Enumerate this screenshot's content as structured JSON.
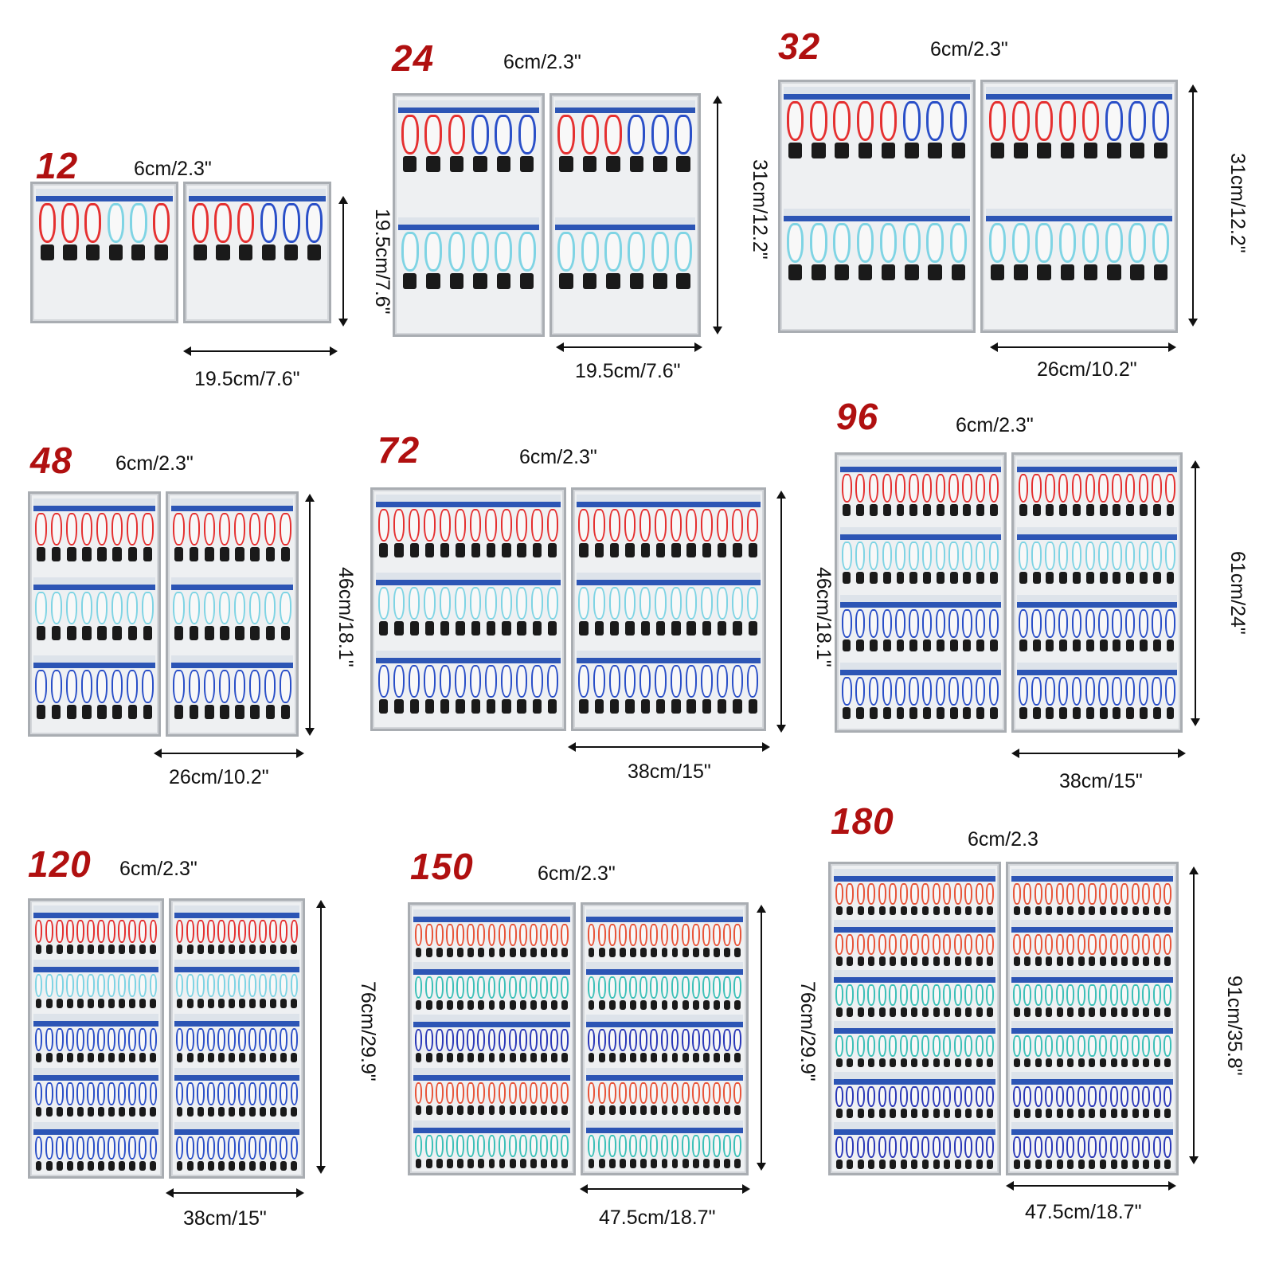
{
  "variants": [
    {
      "count": "12",
      "depth": "6cm/2.3\"",
      "width": "19.5cm/7.6\"",
      "height": "19.5cm/7.6\"",
      "rows": [
        [
          "red",
          "red",
          "red",
          "cyan",
          "cyan",
          "red"
        ]
      ],
      "rows_right": [
        [
          "red",
          "red",
          "red",
          "blue",
          "blue",
          "blue"
        ]
      ]
    },
    {
      "count": "24",
      "depth": "6cm/2.3\"",
      "width": "19.5cm/7.6\"",
      "height": "31cm/12.2\"",
      "rows": [
        [
          "red",
          "red",
          "red",
          "blue",
          "blue",
          "blue"
        ],
        [
          "cyan",
          "cyan",
          "cyan",
          "cyan",
          "cyan",
          "cyan"
        ]
      ]
    },
    {
      "count": "32",
      "depth": "6cm/2.3\"",
      "width": "26cm/10.2\"",
      "height": "31cm/12.2\"",
      "rows": [
        [
          "red",
          "red",
          "red",
          "red",
          "red",
          "blue",
          "blue",
          "blue"
        ],
        [
          "cyan",
          "cyan",
          "cyan",
          "cyan",
          "cyan",
          "cyan",
          "cyan",
          "cyan"
        ]
      ]
    },
    {
      "count": "48",
      "depth": "6cm/2.3\"",
      "width": "26cm/10.2\"",
      "height": "46cm/18.1\"",
      "rows": [
        [
          "red",
          "red",
          "red",
          "red",
          "red",
          "red",
          "red",
          "red"
        ],
        [
          "cyan",
          "cyan",
          "cyan",
          "cyan",
          "cyan",
          "cyan",
          "cyan",
          "cyan"
        ],
        [
          "blue",
          "blue",
          "blue",
          "blue",
          "blue",
          "blue",
          "blue",
          "blue"
        ]
      ]
    },
    {
      "count": "72",
      "depth": "6cm/2.3\"",
      "width": "38cm/15\"",
      "height": "46cm/18.1\"",
      "rows": [
        [
          "red",
          "red",
          "red",
          "red",
          "red",
          "red",
          "red",
          "red",
          "red",
          "red",
          "red",
          "red"
        ],
        [
          "cyan",
          "cyan",
          "cyan",
          "cyan",
          "cyan",
          "cyan",
          "cyan",
          "cyan",
          "cyan",
          "cyan",
          "cyan",
          "cyan"
        ],
        [
          "blue",
          "blue",
          "blue",
          "blue",
          "blue",
          "blue",
          "blue",
          "blue",
          "blue",
          "blue",
          "blue",
          "blue"
        ]
      ]
    },
    {
      "count": "96",
      "depth": "6cm/2.3\"",
      "width": "38cm/15\"",
      "height": "61cm/24\"",
      "rows": [
        [
          "red",
          "red",
          "red",
          "red",
          "red",
          "red",
          "red",
          "red",
          "red",
          "red",
          "red",
          "red"
        ],
        [
          "cyan",
          "cyan",
          "cyan",
          "cyan",
          "cyan",
          "cyan",
          "cyan",
          "cyan",
          "cyan",
          "cyan",
          "cyan",
          "cyan"
        ],
        [
          "blue",
          "blue",
          "blue",
          "blue",
          "blue",
          "blue",
          "blue",
          "blue",
          "blue",
          "blue",
          "blue",
          "blue"
        ],
        [
          "blue",
          "blue",
          "blue",
          "blue",
          "blue",
          "blue",
          "blue",
          "blue",
          "blue",
          "blue",
          "blue",
          "blue"
        ]
      ]
    },
    {
      "count": "120",
      "depth": "6cm/2.3\"",
      "width": "38cm/15\"",
      "height": "76cm/29.9\"",
      "rows": [
        [
          "red",
          "red",
          "red",
          "red",
          "red",
          "red",
          "red",
          "red",
          "red",
          "red",
          "red",
          "red"
        ],
        [
          "cyan",
          "cyan",
          "cyan",
          "cyan",
          "cyan",
          "cyan",
          "cyan",
          "cyan",
          "cyan",
          "cyan",
          "cyan",
          "cyan"
        ],
        [
          "blue",
          "blue",
          "blue",
          "blue",
          "blue",
          "blue",
          "blue",
          "blue",
          "blue",
          "blue",
          "blue",
          "blue"
        ],
        [
          "blue",
          "blue",
          "blue",
          "blue",
          "blue",
          "blue",
          "blue",
          "blue",
          "blue",
          "blue",
          "blue",
          "blue"
        ],
        [
          "blue",
          "blue",
          "blue",
          "blue",
          "blue",
          "blue",
          "blue",
          "blue",
          "blue",
          "blue",
          "blue",
          "blue"
        ]
      ]
    },
    {
      "count": "150",
      "depth": "6cm/2.3\"",
      "width": "47.5cm/18.7\"",
      "height": "76cm/29.9\"",
      "rows": [
        [
          "orange",
          "orange",
          "orange",
          "orange",
          "orange",
          "orange",
          "orange",
          "orange",
          "orange",
          "orange",
          "orange",
          "orange",
          "orange",
          "orange",
          "orange"
        ],
        [
          "teal",
          "teal",
          "teal",
          "teal",
          "teal",
          "teal",
          "teal",
          "teal",
          "teal",
          "teal",
          "teal",
          "teal",
          "teal",
          "teal",
          "teal"
        ],
        [
          "navy",
          "navy",
          "navy",
          "navy",
          "navy",
          "navy",
          "navy",
          "navy",
          "navy",
          "navy",
          "navy",
          "navy",
          "navy",
          "navy",
          "navy"
        ],
        [
          "orange",
          "orange",
          "orange",
          "orange",
          "orange",
          "orange",
          "orange",
          "orange",
          "orange",
          "orange",
          "orange",
          "orange",
          "orange",
          "orange",
          "orange"
        ],
        [
          "teal",
          "teal",
          "teal",
          "teal",
          "teal",
          "teal",
          "teal",
          "teal",
          "teal",
          "teal",
          "teal",
          "teal",
          "teal",
          "teal",
          "teal"
        ]
      ]
    },
    {
      "count": "180",
      "depth": "6cm/2.3",
      "width": "47.5cm/18.7\"",
      "height": "91cm/35.8\"",
      "rows": [
        [
          "orange",
          "orange",
          "orange",
          "orange",
          "orange",
          "orange",
          "orange",
          "orange",
          "orange",
          "orange",
          "orange",
          "orange",
          "orange",
          "orange",
          "orange"
        ],
        [
          "orange",
          "orange",
          "orange",
          "orange",
          "orange",
          "orange",
          "orange",
          "orange",
          "orange",
          "orange",
          "orange",
          "orange",
          "orange",
          "orange",
          "orange"
        ],
        [
          "teal",
          "teal",
          "teal",
          "teal",
          "teal",
          "teal",
          "teal",
          "teal",
          "teal",
          "teal",
          "teal",
          "teal",
          "teal",
          "teal",
          "teal"
        ],
        [
          "teal",
          "teal",
          "teal",
          "teal",
          "teal",
          "teal",
          "teal",
          "teal",
          "teal",
          "teal",
          "teal",
          "teal",
          "teal",
          "teal",
          "teal"
        ],
        [
          "navy",
          "navy",
          "navy",
          "navy",
          "navy",
          "navy",
          "navy",
          "navy",
          "navy",
          "navy",
          "navy",
          "navy",
          "navy",
          "navy",
          "navy"
        ],
        [
          "navy",
          "navy",
          "navy",
          "navy",
          "navy",
          "navy",
          "navy",
          "navy",
          "navy",
          "navy",
          "navy",
          "navy",
          "navy",
          "navy",
          "navy"
        ]
      ]
    }
  ],
  "colors": {
    "count_label": "#b01010",
    "red": "#e53030",
    "cyan": "#7fd4e4",
    "blue": "#2a4fc8",
    "orange": "#e8553a",
    "teal": "#3cc0b8",
    "navy": "#2a38b8",
    "number_bar": "#2c55b5",
    "key": "#1a1a1a"
  }
}
